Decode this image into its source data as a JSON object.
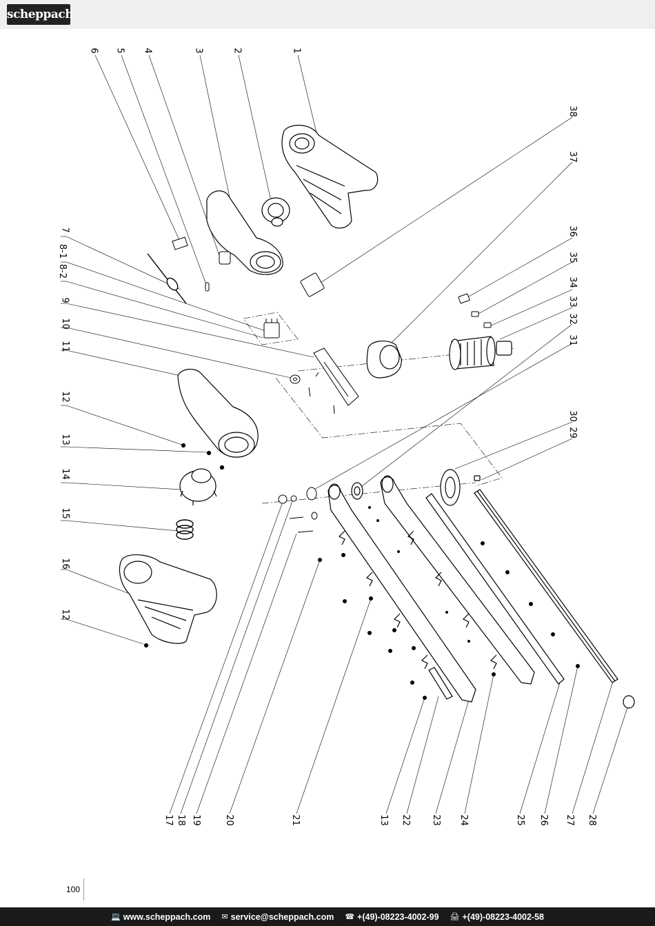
{
  "header": {
    "brand": "scheppach"
  },
  "callouts": {
    "n1": "1",
    "n2": "2",
    "n3": "3",
    "n4": "4",
    "n5": "5",
    "n6": "6",
    "n7": "7",
    "n8_1": "8-1",
    "n8_2": "8-2",
    "n9": "9",
    "n10": "10",
    "n11": "11",
    "n12a": "12",
    "n13a": "13",
    "n14": "14",
    "n15": "15",
    "n16": "16",
    "n12b": "12",
    "n38": "38",
    "n37": "37",
    "n36": "36",
    "n35": "35",
    "n34": "34",
    "n33": "33",
    "n32": "32",
    "n31": "31",
    "n30": "30",
    "n29": "29",
    "n17": "17",
    "n18": "18",
    "n19": "19",
    "n20": "20",
    "n21": "21",
    "n13b": "13",
    "n22": "22",
    "n23": "23",
    "n24": "24",
    "n25": "25",
    "n26": "26",
    "n27": "27",
    "n28": "28"
  },
  "page": {
    "number": "100"
  },
  "footer": {
    "website": "www.scheppach.com",
    "email": "service@scheppach.com",
    "phone": "+(49)-08223-4002-99",
    "fax": "+(49)-08223-4002-58",
    "website_icon": "monitor-icon",
    "email_icon": "mail-icon",
    "phone_icon": "phone-icon",
    "fax_icon": "fax-icon"
  }
}
